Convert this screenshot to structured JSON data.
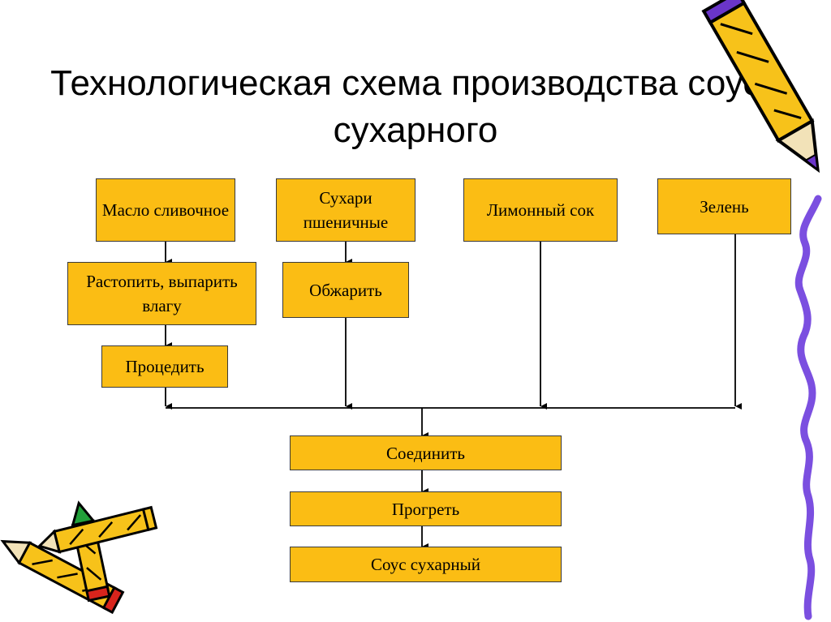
{
  "title": {
    "line1": "Технологическая схема производства соуса",
    "line2": "сухарного"
  },
  "nodes": {
    "maslo": "Масло сливочное",
    "suhari": "Сухари пшеничные",
    "limon": "Лимонный сок",
    "zelen": "Зелень",
    "rastopit": "Растопить, выпарить влагу",
    "obzharit": "Обжарить",
    "procedit": "Процедить",
    "soedinit": "Соединить",
    "progret": "Прогреть",
    "sous": "Соус сухарный"
  },
  "colors": {
    "box_fill": "#fbbd14",
    "pencil_yellow": "#f7c21a",
    "squiggle": "#7b4fe0"
  },
  "icons": [
    "pencil-icon",
    "crossed-pencils-icon",
    "squiggle-line-icon"
  ]
}
